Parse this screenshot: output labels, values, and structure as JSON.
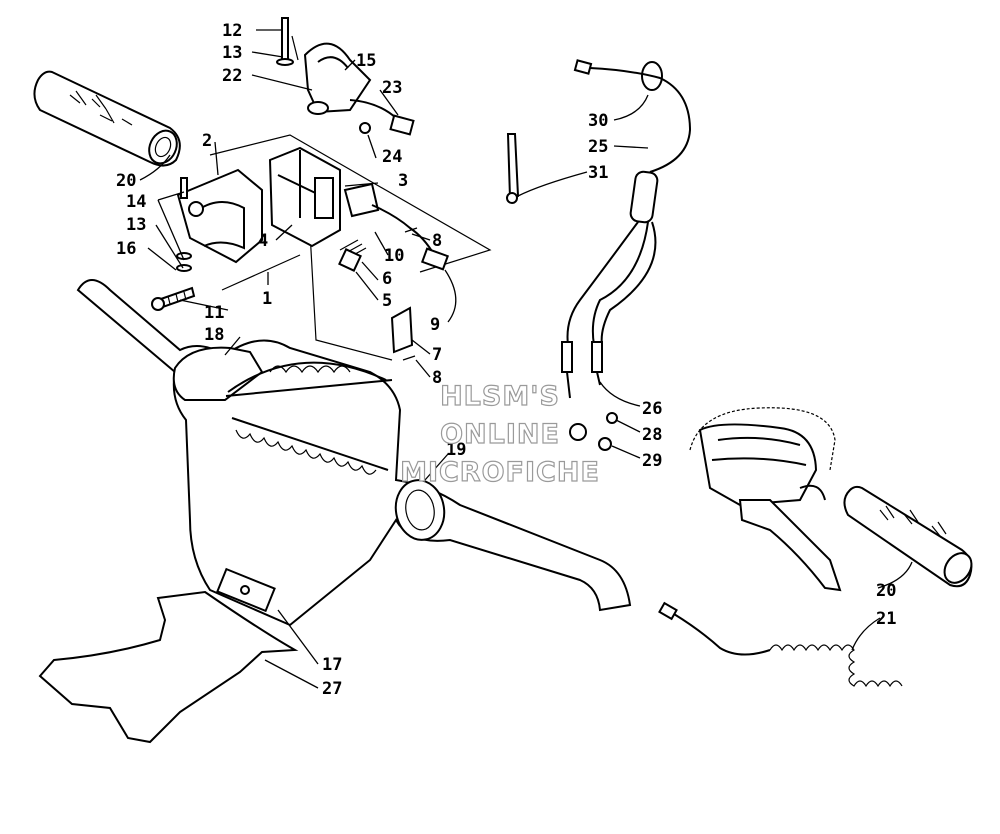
{
  "callouts": {
    "c12": "12",
    "c13a": "13",
    "c22": "22",
    "c15": "15",
    "c23": "23",
    "c24": "24",
    "c2": "2",
    "c3": "3",
    "c20a": "20",
    "c14": "14",
    "c13b": "13",
    "c16": "16",
    "c4": "4",
    "c8a": "8",
    "c10": "10",
    "c6": "6",
    "c5": "5",
    "c1": "1",
    "c11": "11",
    "c9": "9",
    "c18": "18",
    "c7": "7",
    "c8b": "8",
    "c19": "19",
    "c17": "17",
    "c27": "27",
    "c30": "30",
    "c25": "25",
    "c31": "31",
    "c26": "26",
    "c28": "28",
    "c29": "29",
    "c20b": "20",
    "c21": "21"
  },
  "watermark": {
    "line1": "HLSM'S",
    "line2": "ONLINE",
    "line3": "MICROFICHE"
  }
}
